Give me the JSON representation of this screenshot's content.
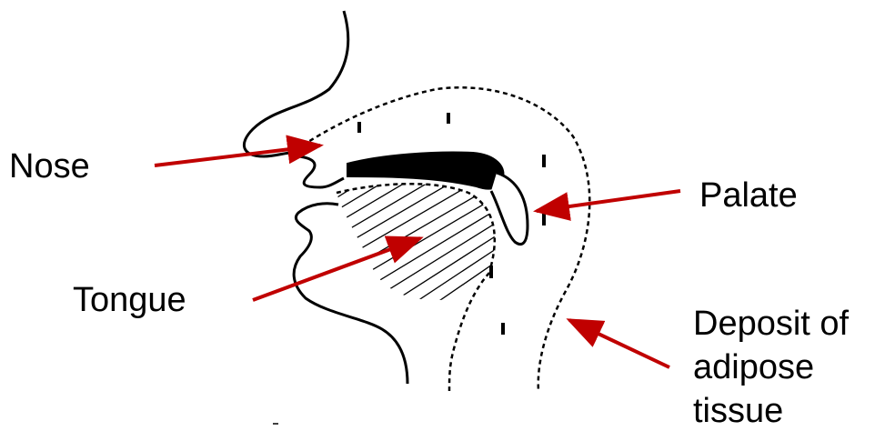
{
  "labels": {
    "nose": "Nose",
    "palate": "Palate",
    "tongue": "Tongue",
    "deposit_line1": "Deposit of",
    "deposit_line2": "adipose",
    "deposit_line3": "tissue"
  },
  "colors": {
    "arrow": "#C00000",
    "outline": "#000000",
    "background": "#FFFFFF"
  }
}
